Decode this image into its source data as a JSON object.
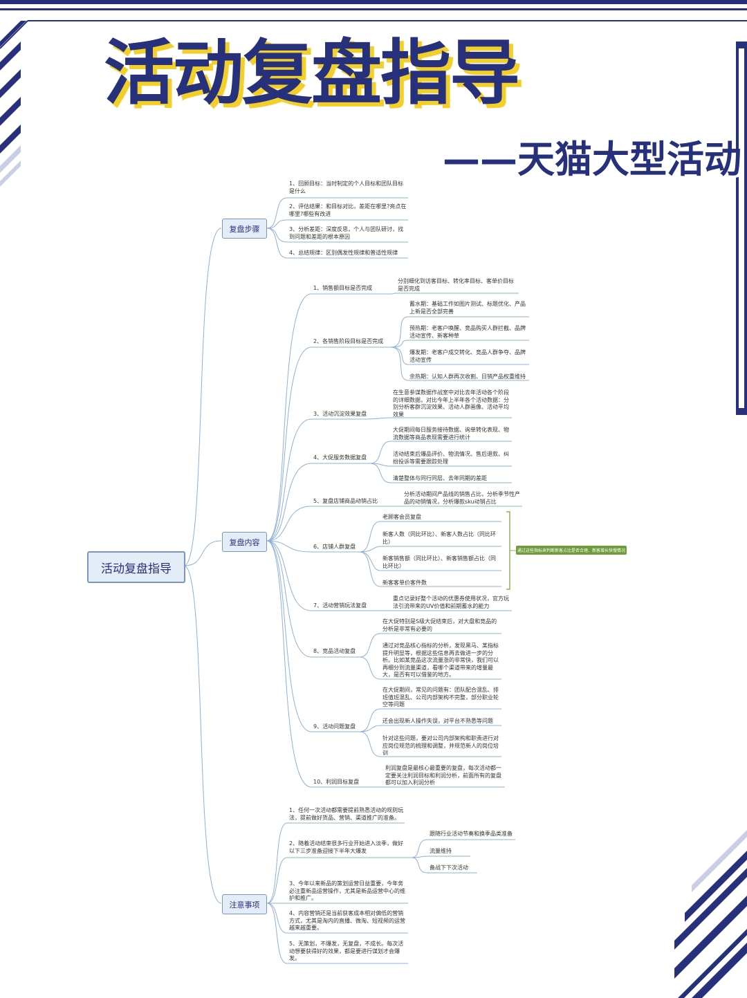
{
  "header": {
    "title": "活动复盘指导",
    "subtitle": "——天猫大型活动"
  },
  "root": "活动复盘指导",
  "branches": {
    "steps": {
      "label": "复盘步骤",
      "items": [
        "1、回顾目标：当时制定的个人目标和团队目标是什么",
        "2、评估结果：和目标对比，差距在哪里?亮点在哪里?哪些有改进",
        "3、分析差距：深度反思，个人与团队研讨，找到问题和差距的根本原因",
        "4、总结规律：区别偶发性规律和普适性规律"
      ]
    },
    "content": {
      "label": "复盘内容",
      "items": [
        {
          "label": "1、销售额目标是否完成",
          "children": [
            "分别细化到访客目标、转化率目标、客单价目标是否完成"
          ]
        },
        {
          "label": "2、各销售阶段目标是否完成",
          "children": [
            "蓄水期：基础工作如图片测试、标题优化、产品上新是否全部完善",
            "预热期：老客户唤醒、竞品购买人群拦截、品牌活动宣传、新客种草",
            "爆发期：老客户成交转化、竞品人群争夺、品牌活动宣传",
            "余热期：认知人群再次收割、日销产品权重维持"
          ]
        },
        {
          "label": "3、活动沉淀效果复盘",
          "children": [
            "在生意参谋数据作战室中对比去年活动各个阶段的详细数据，对比今年上半年各个活动数据：分别分析客群沉淀效果、活动人群画像、活动平均效果"
          ]
        },
        {
          "label": "4、大促服务数据复盘",
          "children": [
            "大促期间每日服务接待数据、询单转化表现、物流数据等商品表现需要进行统计",
            "活动结束后爆品评价、物流情况、售后退款、纠纷投诉等需要跟踪处理",
            "清楚整体与同行同层、去年同期的差距"
          ]
        },
        {
          "label": "5、复盘店铺商品动销占比",
          "children": [
            "分析活动期间产品线的销售占比，分析季节性产品的动销情况，分析爆款sku动销占比"
          ]
        },
        {
          "label": "6、店铺人群复盘",
          "children": [
            "老顾客会员复盘",
            "新客人数（同比环比）、新客人数占比（同比环比）",
            "新客销售额（同比环比）、新客销售额占比（同比环比）",
            "新客客单价客件数"
          ]
        },
        {
          "label": "7、活动营销玩法复盘",
          "children": [
            "重点记录好整个活动的优惠券使用状况，官方玩法引流带来的UV价值和前期蓄水的能力"
          ]
        },
        {
          "label": "8、竞品活动复盘",
          "children": [
            "在大促特别是S级大促结束后，对大盘和竞品的分析是非常有必要的",
            "通过对竞品核心指标的分析，发现黑马、某指标提升明显等，根据这些信息再去做进一步的分析。比如某竞品这次流量涨的非常快，我们可以再细分到流量渠道，看哪个渠道带来的增量最大，是否有可以借鉴的地方。"
          ]
        },
        {
          "label": "9、活动问题复盘",
          "children": [
            "在大促期间，常见的问题有：团队配合混乱、排班值班混乱、公司内部架构不完整，部分职业轮空等问题",
            "还会出现新人操作失误，对平台不熟悉等问题",
            "针对这些问题，要对公司内部架构和职责进行对应岗位规范的梳理和调整，并规范新人的岗位培训"
          ]
        },
        {
          "label": "10、利润目标复盘",
          "children": [
            "利润复盘是最核心最重要的复盘，每次活动都一定要关注利润目标和利润分析，前面所有的复盘都可以加入利润分析"
          ]
        }
      ],
      "note": "通过这些指标来判断新客占比是否合理、新客增长快慢情况"
    },
    "notes": {
      "label": "注意事项",
      "items": [
        "1、任何一次活动都需要提前熟悉活动的规则玩法，提前做好货品、营销、渠道推广的准备。",
        "2、随着活动结束很多行业开始进入淡季，做好以下三步准备迎接下半年大爆发",
        "3、今年以来新品的策划运营日益重要，今年务必注重新品运营操作，尤其是新品运营中心的维护和推广。",
        "4、内容营销还是当前获客成本相对偏低的营销方式，尤其是淘内的直播、微淘、短视频的运营越来越重要。",
        "5、无策划，不爆发，无复盘，不成长。每次活动想要获得好的效果，都是要进行谋划才会爆发。"
      ],
      "sub": [
        "跟随行业活动节奏和换季品类准备",
        "流量维持",
        "备战下下次活动"
      ]
    }
  },
  "colors": {
    "navy": "#27307a",
    "gold": "#f3cf2c",
    "line": "#8fb0d8",
    "green": "#6f9c3a"
  }
}
